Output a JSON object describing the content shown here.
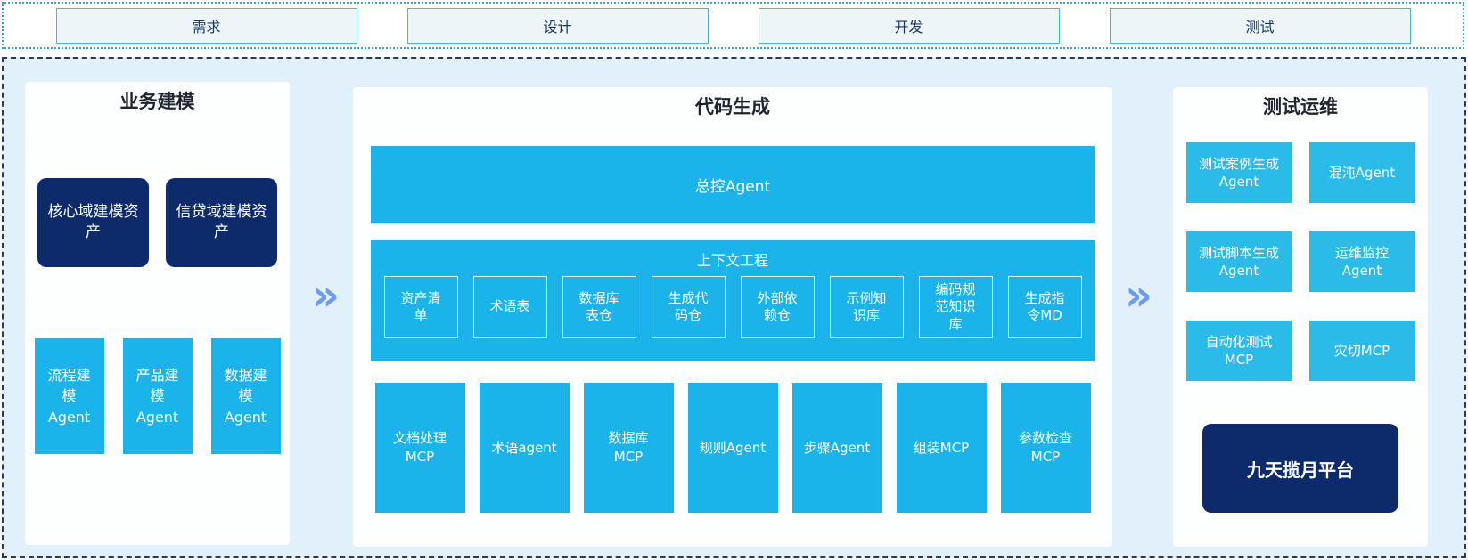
{
  "colors": {
    "cyan": "#1AB4EB",
    "cyan_right": "#2BBBE8",
    "navy": "#0D2B6B",
    "region_bg": "#E1F0FB",
    "panel_bg": "#FDFEFE",
    "phase_box_bg": "#EDF5F8",
    "phase_box_border": "#41B8DC",
    "phase_text": "#17355E",
    "strip_border": "#2CA9CC",
    "region_border": "#2B3A55",
    "arrow": "#6C9CF5",
    "title_text": "#1F2430",
    "box_text": "#FFFFFF"
  },
  "arrow_glyph": "»",
  "phases": [
    {
      "label": "需求"
    },
    {
      "label": "设计"
    },
    {
      "label": "开发"
    },
    {
      "label": "测试"
    }
  ],
  "business_modeling": {
    "title": "业务建模",
    "assets": [
      {
        "label": "核心域建模资产"
      },
      {
        "label": "信贷域建模资产"
      }
    ],
    "agents": [
      {
        "label": "流程建模Agent"
      },
      {
        "label": "产品建模Agent"
      },
      {
        "label": "数据建模Agent"
      }
    ]
  },
  "code_generation": {
    "title": "代码生成",
    "master_agent_label": "总控Agent",
    "context_engineering": {
      "title": "上下文工程",
      "items": [
        "资产清单",
        "术语表",
        "数据库表仓",
        "生成代码仓",
        "外部依赖仓",
        "示例知识库",
        "编码规范知识库",
        "生成指令MD"
      ]
    },
    "tools": [
      "文档处理MCP",
      "术语agent",
      "数据库MCP",
      "规则Agent",
      "步骤Agent",
      "组装MCP",
      "参数检查MCP"
    ]
  },
  "test_ops": {
    "title": "测试运维",
    "boxes": [
      "测试案例生成Agent",
      "混沌Agent",
      "测试脚本生成Agent",
      "运维监控Agent",
      "自动化测试MCP",
      "灾切MCP"
    ],
    "platform_label": "九天揽月平台"
  }
}
